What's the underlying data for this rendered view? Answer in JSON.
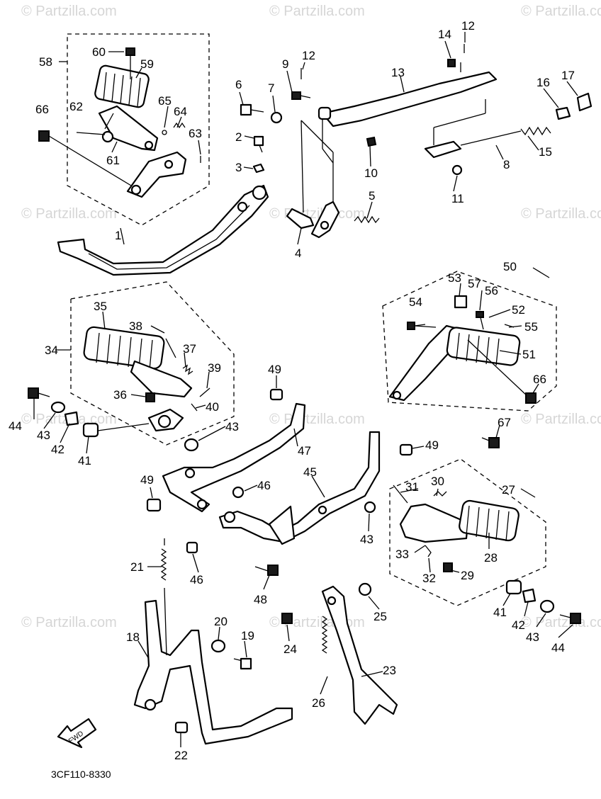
{
  "watermark": "© Partzilla.com",
  "diagram_code": "3CF110-8330",
  "fwd_label": "FWD",
  "callouts": [
    "1",
    "2",
    "3",
    "4",
    "5",
    "6",
    "7",
    "8",
    "9",
    "10",
    "11",
    "12",
    "12",
    "13",
    "14",
    "15",
    "16",
    "17",
    "18",
    "19",
    "20",
    "21",
    "22",
    "23",
    "24",
    "25",
    "26",
    "27",
    "28",
    "29",
    "30",
    "31",
    "32",
    "33",
    "34",
    "35",
    "36",
    "37",
    "38",
    "39",
    "40",
    "41",
    "41",
    "42",
    "42",
    "43",
    "43",
    "43",
    "43",
    "44",
    "44",
    "45",
    "46",
    "46",
    "47",
    "48",
    "49",
    "49",
    "49",
    "50",
    "51",
    "52",
    "53",
    "54",
    "55",
    "56",
    "57",
    "58",
    "59",
    "60",
    "61",
    "62",
    "63",
    "64",
    "65",
    "66",
    "66",
    "67"
  ]
}
